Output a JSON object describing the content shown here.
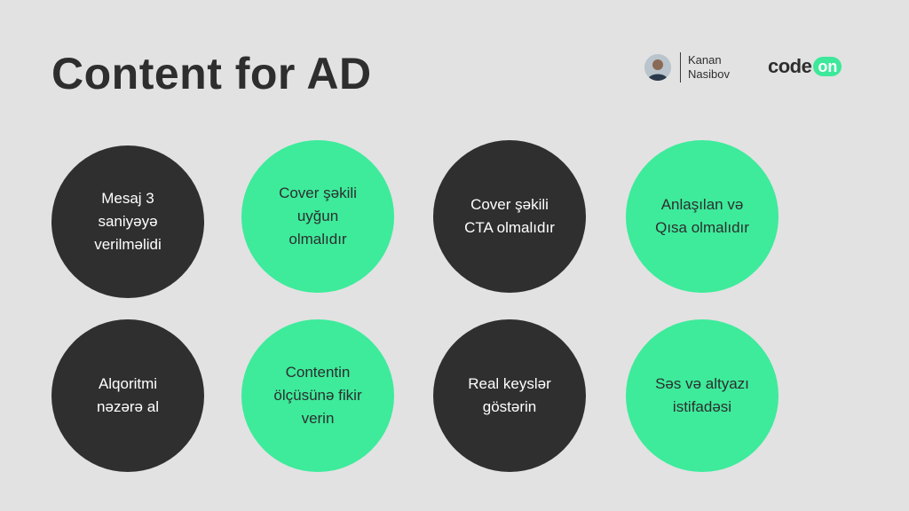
{
  "title": "Content for AD",
  "author": {
    "first_name": "Kanan",
    "last_name": "Nasibov",
    "avatar_icon": "person-avatar"
  },
  "logo": {
    "text": "code",
    "pill_text": "on",
    "accent_color": "#3deb9b"
  },
  "colors": {
    "background": "#e2e2e2",
    "dark": "#2f2f2f",
    "green": "#3deb9b"
  },
  "tips": [
    {
      "text": "Mesaj 3\nsaniyəyə\nverilməlidi",
      "color": "dark"
    },
    {
      "text": "Cover şəkili\nuyğun\nolmalıdır",
      "color": "green"
    },
    {
      "text": "Cover şəkili\nCTA olmalıdır",
      "color": "dark"
    },
    {
      "text": "Anlaşılan və\nQısa olmalıdır",
      "color": "green"
    },
    {
      "text": "Alqoritmi\nnəzərə al",
      "color": "dark"
    },
    {
      "text": "Contentin\nölçüsünə fikir\nverin",
      "color": "green"
    },
    {
      "text": "Real keyslər\ngöstərin",
      "color": "dark"
    },
    {
      "text": "Səs və altyazı\nistifadəsi",
      "color": "green"
    }
  ]
}
